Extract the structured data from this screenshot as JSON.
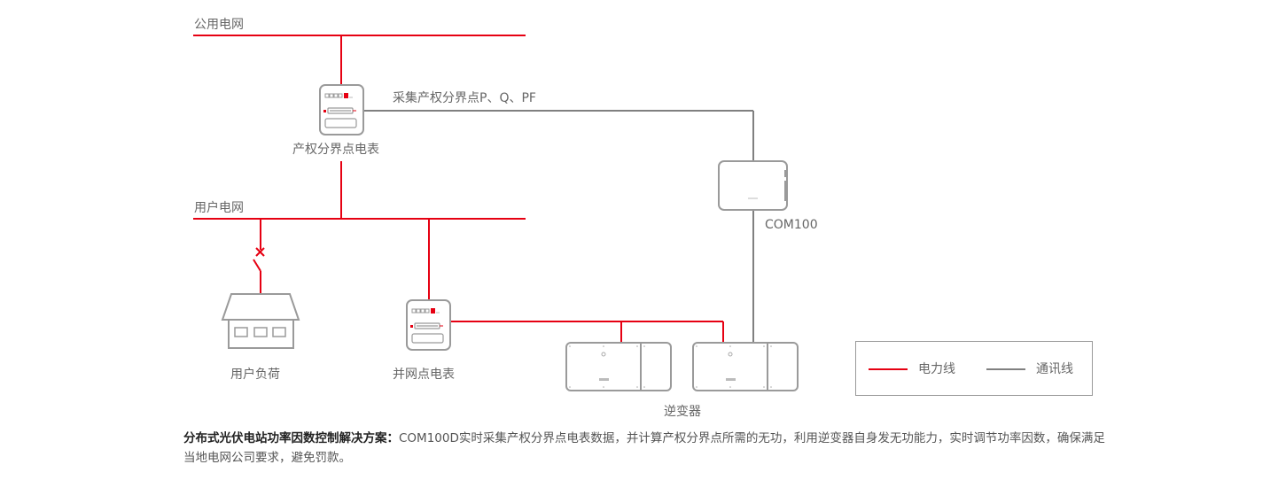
{
  "colors": {
    "power_line": "#e60012",
    "comm_line": "#808080",
    "device_outline": "#9a9a9a",
    "label_text": "#666666",
    "caption_strong": "#222222",
    "caption_text": "#555555"
  },
  "labels": {
    "public_grid": "公用电网",
    "user_grid": "用户电网",
    "boundary_meter": "产权分界点电表",
    "collect_note": "采集产权分界点P、Q、PF",
    "com100": "COM100",
    "user_load": "用户负荷",
    "grid_meter": "并网点电表",
    "inverter": "逆变器"
  },
  "legend": {
    "items": [
      {
        "label": "电力线",
        "line_type": "power_line",
        "icon": "red-line-swatch"
      },
      {
        "label": "通讯线",
        "line_type": "comm_line",
        "icon": "gray-line-swatch"
      }
    ]
  },
  "caption": {
    "title": "分布式光伏电站功率因数控制解决方案：",
    "body": "COM100D实时采集产权分界点电表数据，并计算产权分界点所需的无功，利用逆变器自身发无功能力，实时调节功率因数，确保满足当地电网公司要求，避免罚款。"
  },
  "icons": {
    "meter": "electric-meter-icon",
    "gateway": "com100-gateway-icon",
    "house": "house-icon",
    "switch": "open-switch-icon",
    "inverter": "inverter-icon"
  }
}
